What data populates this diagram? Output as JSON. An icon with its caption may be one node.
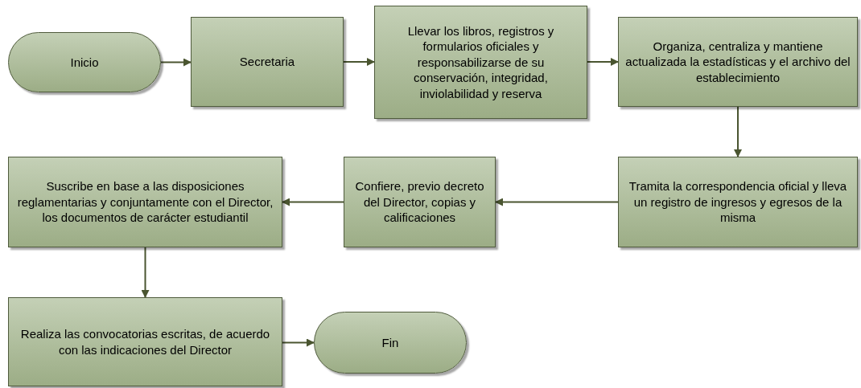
{
  "diagram": {
    "nodes": [
      {
        "text": [
          "Inicio"
        ]
      },
      {
        "text": [
          "Secretaria"
        ]
      },
      {
        "text": [
          "Llevar los libros, registros y formularios oficiales y responsabilizarse de su conservación, integridad, inviolabilidad y reserva"
        ]
      },
      {
        "text": [
          "Organiza, centraliza y mantiene actualizada la estadísticas y el archivo del establecimiento"
        ]
      },
      {
        "text": [
          "Tramita la correspondencia oficial y lleva un registro de ingresos y egresos de la misma"
        ]
      },
      {
        "text": [
          "Confiere, previo decreto del Director, copias y calificaciones"
        ]
      },
      {
        "text": [
          "Suscribe en base a las disposiciones reglamentarias y conjuntamente con el Director, los documentos de carácter estudiantil"
        ]
      },
      {
        "text": [
          "Realiza las convocatorias escritas, de acuerdo con las indicaciones del Director"
        ]
      },
      {
        "text": [
          "Fin"
        ]
      }
    ],
    "edges": [
      {
        "from": 0,
        "to": 1,
        "arrow": "to"
      },
      {
        "from": 1,
        "to": 2,
        "arrow": "to"
      },
      {
        "from": 2,
        "to": 3,
        "arrow": "to"
      },
      {
        "from": 3,
        "to": 4,
        "arrow": "to"
      },
      {
        "from": 4,
        "to": 5,
        "arrow": "to"
      },
      {
        "from": 5,
        "to": 6,
        "arrow": "to"
      },
      {
        "from": 6,
        "to": 7,
        "arrow": "to"
      },
      {
        "from": 7,
        "to": 8,
        "arrow": "to"
      }
    ]
  }
}
